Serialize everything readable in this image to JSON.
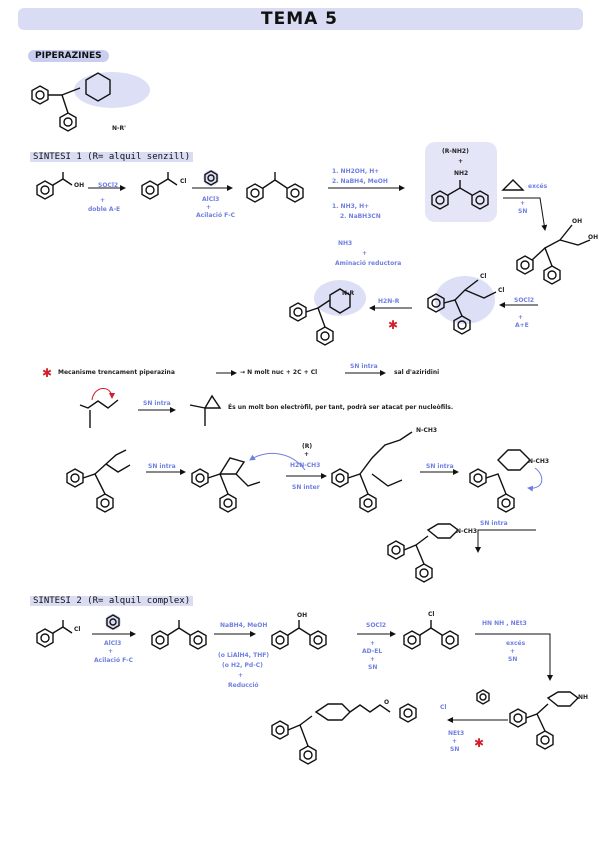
{
  "title": "TEMA 5",
  "section": "PIPERAZINES",
  "piperazine_substituent": "N-R'",
  "synthesis1": {
    "heading": "SINTESI 1 (R= alquil senzill)",
    "acid_label": "OH",
    "acid_cl_label": "Cl",
    "step1_top": "SOCl2",
    "step1_bottom": [
      "+",
      "doble A-E"
    ],
    "step2_top": "⬡",
    "step2_bottom": [
      "AlCl3",
      "+",
      "Acilació F-C"
    ],
    "step3_top": [
      "1. NH2OH, H+",
      "2. NaBH4, MeOH"
    ],
    "step3_alt1": [
      "1. NH3, H+",
      "2. NaBH3CN"
    ],
    "step3_alt2": [
      "NH3",
      "+",
      "Aminació reductora"
    ],
    "amine_box": [
      "(R-NH2)",
      "+",
      "NH2"
    ],
    "step4_top": "excés",
    "step4_bottom": [
      "+",
      "SN"
    ],
    "diol_label": "OH",
    "step5_top": "SOCl2",
    "step5_bottom": [
      "+",
      "A+E"
    ],
    "dichloro_label": "Cl",
    "step6_top": "H2N-R",
    "product_label": "N-R"
  },
  "mechanism": {
    "star": "✱",
    "title": "Mecanisme trencament piperazina",
    "line": "→ N molt nuc + 2C + Cl",
    "arrow_label": "SN intra",
    "result": "sal d'aziridini",
    "note": "És un molt bon electròfil, per tant, podrà ser atacat per nucleòfils.",
    "intra_label": "SN intra",
    "amine_reagent": [
      "(R)",
      "+",
      "H2N-CH3"
    ],
    "inter_label": [
      "SN inter"
    ],
    "intra2_label": "SN intra",
    "final_label": "SN intra",
    "methyl_label": "N-CH3"
  },
  "synthesis2": {
    "heading": "SINTESI 2 (R= alquil complex)",
    "acid_cl_label": "Cl",
    "step1_top": "⬡",
    "step1_bottom": [
      "AlCl3",
      "+",
      "Acilació F-C"
    ],
    "step2_top": "NaBH4, MeOH",
    "step2_alt": [
      "(o LiAlH4, THF)",
      "(o H2, Pd-C)",
      "+",
      "Reducció"
    ],
    "alcohol_label": "OH",
    "step3_top": "SOCl2",
    "step3_bottom": [
      "+",
      "AD-EL",
      "+",
      "SN"
    ],
    "chloride_label": "Cl",
    "step4_top": "HN  NH , NEt3",
    "step4_bottom": [
      "excés",
      "+",
      "SN"
    ],
    "piperazine_label": "NH",
    "step5_top": "Cl",
    "step5_bottom": [
      "NEt3",
      "+",
      "SN"
    ],
    "ester_label": "O"
  },
  "colors": {
    "accent": "#6f7fe0",
    "highlight": "#d9dcf3",
    "star": "#d21f2a"
  }
}
